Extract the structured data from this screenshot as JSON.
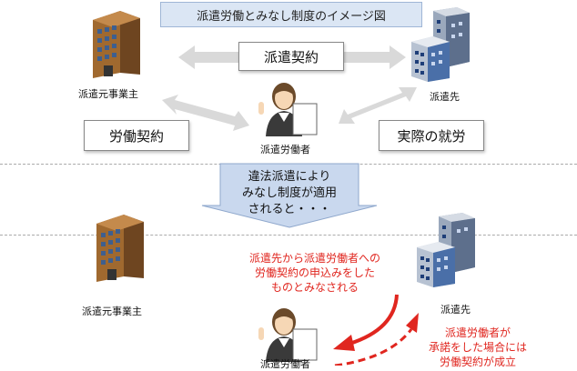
{
  "title": "派遣労働とみなし制度のイメージ図",
  "top": {
    "dispatch_contract": "派遣契約",
    "labor_contract": "労働契約",
    "actual_work": "実際の就労",
    "dispatcher": "派遣元事業主",
    "client": "派遣先",
    "worker": "派遣労働者"
  },
  "callout": {
    "line1": "違法派遣により",
    "line2": "みなし制度が適用",
    "line3": "されると・・・"
  },
  "bottom": {
    "dispatcher": "派遣元事業主",
    "client": "派遣先",
    "worker": "派遣労働者",
    "offer_line1": "派遣先から派遣労働者への",
    "offer_line2": "労働契約の申込みをした",
    "offer_line3": "ものとみなされる",
    "accept_line1": "派遣労働者が",
    "accept_line2": "承諾をした場合には",
    "accept_line3": "労働契約が成立"
  },
  "colors": {
    "accent_red": "#e0261f",
    "title_bg": "#dbe6f4",
    "callout_bg": "#c9d8ee",
    "building_brown": "#8a5a2b",
    "building_blue": "#4a6fa8"
  }
}
